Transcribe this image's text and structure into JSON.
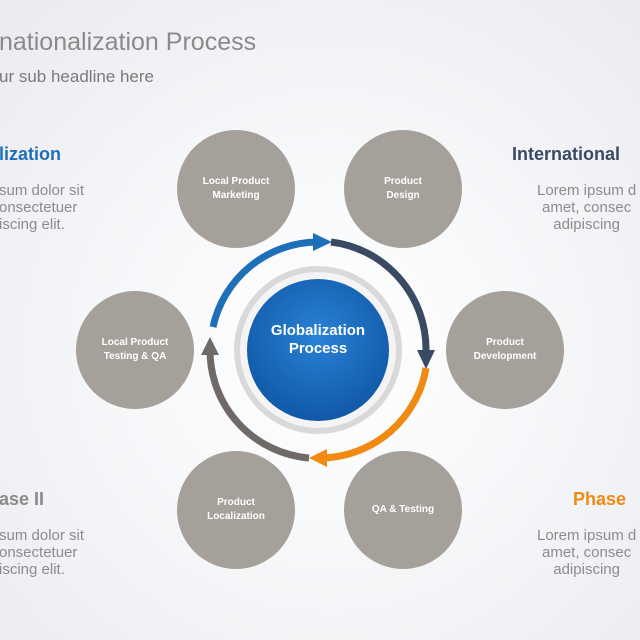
{
  "header": {
    "title": "nationalization Process",
    "subtitle": "ur sub headline here"
  },
  "corners": {
    "top_left": {
      "heading": "lization",
      "color": "#1f6fb8",
      "lines": [
        "sum dolor sit",
        "onsectetuer",
        "iscing elit."
      ]
    },
    "top_right": {
      "heading": "International",
      "color": "#3b4a63",
      "lines": [
        "Lorem ipsum d",
        "amet, consec",
        "adipiscing"
      ]
    },
    "bottom_left": {
      "heading": "ase II",
      "color": "#8a8a8a",
      "lines": [
        "sum dolor sit",
        "onsectetuer",
        "iscing elit."
      ]
    },
    "bottom_right": {
      "heading": "Phase",
      "color": "#f08a12",
      "lines": [
        "Lorem ipsum d",
        "amet, consec",
        "adipiscing"
      ]
    }
  },
  "center": {
    "label": "Globalization\nProcess",
    "color": "#1565b9"
  },
  "steps": [
    {
      "label": "Local Product\nMarketing"
    },
    {
      "label": "Product\nDesign"
    },
    {
      "label": "Product\nDevelopment"
    },
    {
      "label": "QA & Testing"
    },
    {
      "label": "Product\nLocalization"
    },
    {
      "label": "Local Product\nTesting & QA"
    }
  ],
  "cycle_colors": {
    "blue": "#1f6fb8",
    "navy": "#3b4a63",
    "orange": "#f08a12",
    "gray": "#6f6a68"
  }
}
